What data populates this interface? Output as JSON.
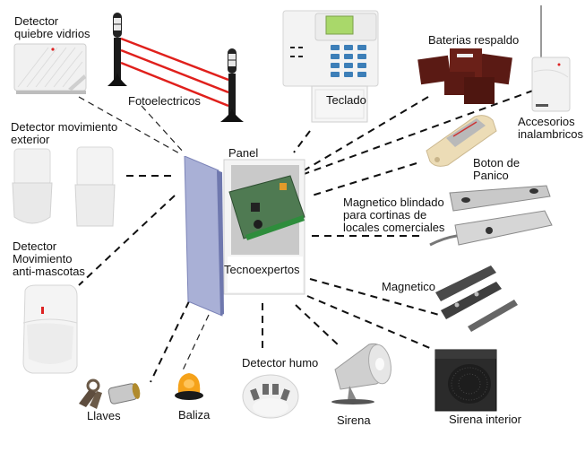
{
  "diagram": {
    "center": {
      "label": "Panel",
      "sublabel": "Tecnoexpertos"
    },
    "components": [
      {
        "id": "glass",
        "label_lines": [
          "Detector",
          "quiebre vidrios"
        ]
      },
      {
        "id": "photo",
        "label_lines": [
          "Fotoelectricos"
        ]
      },
      {
        "id": "keypad",
        "label_lines": [
          "Teclado"
        ]
      },
      {
        "id": "battery",
        "label_lines": [
          "Baterias respaldo"
        ]
      },
      {
        "id": "wireless",
        "label_lines": [
          "Accesorios",
          "inalambricos"
        ]
      },
      {
        "id": "panic",
        "label_lines": [
          "Boton de",
          "Panico"
        ]
      },
      {
        "id": "armored",
        "label_lines": [
          "Magnetico blindado",
          "para cortinas de",
          "locales comerciales"
        ]
      },
      {
        "id": "magnetic",
        "label_lines": [
          "Magnetico"
        ]
      },
      {
        "id": "outdoor",
        "label_lines": [
          "Detector movimiento",
          "exterior"
        ]
      },
      {
        "id": "petimmune",
        "label_lines": [
          "Detector",
          "Movimiento",
          "anti-mascotas"
        ]
      },
      {
        "id": "keys",
        "label_lines": [
          "Llaves"
        ]
      },
      {
        "id": "beacon",
        "label_lines": [
          "Baliza"
        ]
      },
      {
        "id": "smoke",
        "label_lines": [
          "Detector humo"
        ]
      },
      {
        "id": "siren",
        "label_lines": [
          "Sirena"
        ]
      },
      {
        "id": "indoor_siren",
        "label_lines": [
          "Sirena interior"
        ]
      }
    ],
    "colors": {
      "beam": "#e0201c",
      "panel_door": "#a9b0d6",
      "board": "#4f7a52",
      "battery": "#5a1a14",
      "beacon": "#f5a21a",
      "keypad_lcd": "#a9d86a",
      "keypad_keys": "#3d7fb8"
    }
  }
}
